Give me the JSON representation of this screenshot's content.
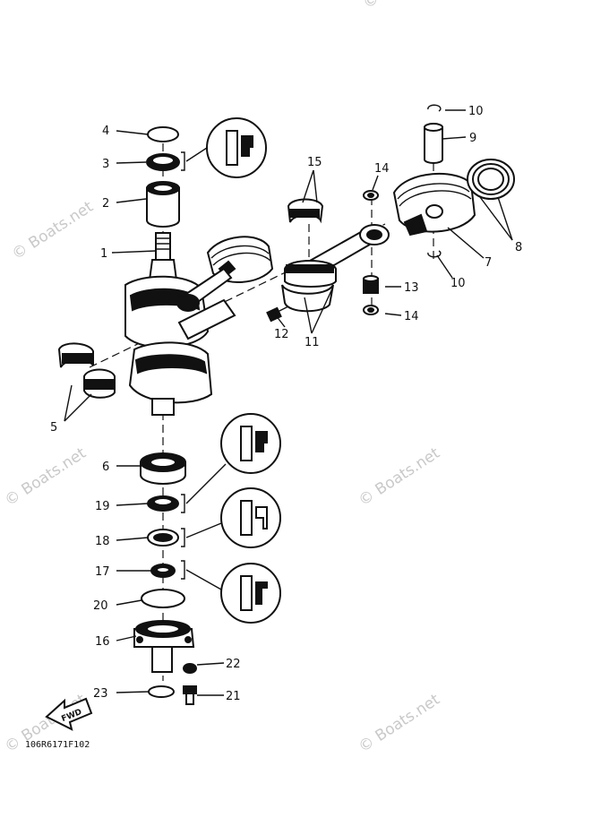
{
  "watermark": {
    "text": "© Boats.net"
  },
  "diagram_code": "106R6171F102",
  "fwd_label": "FWD",
  "callouts": {
    "c1": "1",
    "c2": "2",
    "c3": "3",
    "c4": "4",
    "c5": "5",
    "c6": "6",
    "c7": "7",
    "c8": "8",
    "c9": "9",
    "c10a": "10",
    "c10b": "10",
    "c11": "11",
    "c12": "12",
    "c13": "13",
    "c14a": "14",
    "c14b": "14",
    "c15": "15",
    "c16": "16",
    "c17": "17",
    "c18": "18",
    "c19": "19",
    "c20": "20",
    "c21": "21",
    "c22": "22",
    "c23": "23"
  },
  "colors": {
    "ink": "#111111",
    "watermark": "#c9c9c9",
    "background": "#ffffff"
  }
}
